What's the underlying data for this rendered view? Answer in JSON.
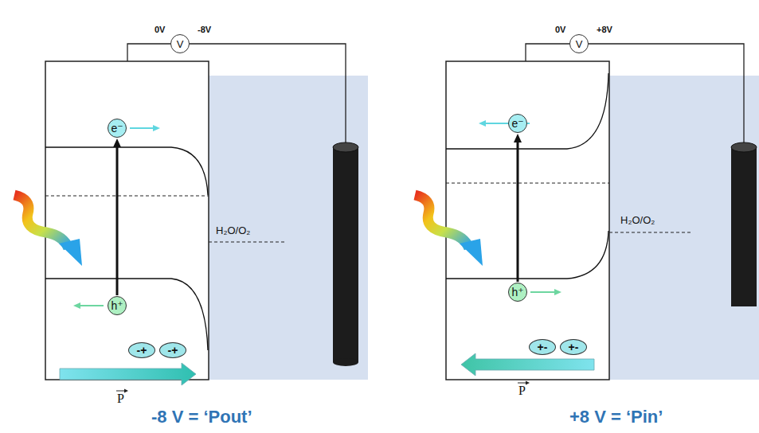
{
  "diagram": {
    "nodes": [
      {
        "text": [
          "V"
        ]
      },
      {
        "text": [
          "e⁻"
        ]
      },
      {
        "text": [
          "h⁺"
        ]
      },
      {
        "text": [
          "-+"
        ]
      },
      {
        "text": [
          "-+"
        ]
      },
      {
        "text": [
          "V"
        ]
      },
      {
        "text": [
          "e⁻"
        ]
      },
      {
        "text": [
          "h⁺"
        ]
      },
      {
        "text": [
          "+-"
        ]
      },
      {
        "text": [
          "+-"
        ]
      }
    ],
    "edges": [
      {
        "from": 2,
        "to": 1,
        "arrow": "to"
      },
      {
        "from": 7,
        "to": 6,
        "arrow": "to"
      }
    ],
    "labels": [
      "0V",
      "-8V",
      "H₂O/O₂",
      "P",
      "-8 V = ‘Pout’",
      "0V",
      "+8V",
      "H₂O/O₂",
      "P",
      "+8 V = ‘Pin’"
    ]
  }
}
